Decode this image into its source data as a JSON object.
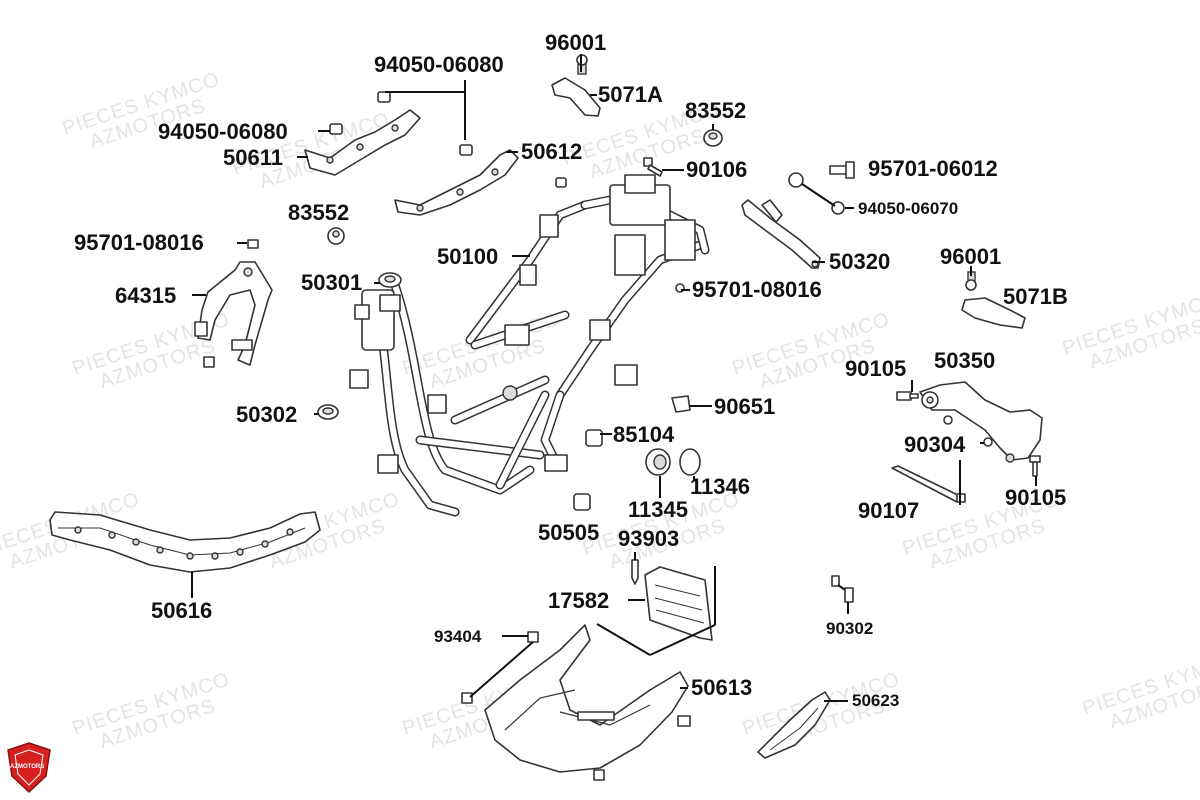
{
  "watermark": {
    "line1": "PIECES KYMCO",
    "line2": "AZMOTORS"
  },
  "logo": {
    "text": "AZMOTORS",
    "color": "#d62020"
  },
  "labels": {
    "p96001_top": "96001",
    "p94050_06080_top": "94050-06080",
    "p5071A": "5071A",
    "p83552_top": "83552",
    "p94050_06080_left": "94050-06080",
    "p50611": "50611",
    "p50612": "50612",
    "p90106": "90106",
    "p95701_06012": "95701-06012",
    "p94050_06070": "94050-06070",
    "p83552_left": "83552",
    "p95701_08016_left": "95701-08016",
    "p50100": "50100",
    "p50320": "50320",
    "p96001_right": "96001",
    "p64315": "64315",
    "p50301": "50301",
    "p95701_08016_mid": "95701-08016",
    "p5071B": "5071B",
    "p90105_top": "90105",
    "p50350": "50350",
    "p50302": "50302",
    "p90651": "90651",
    "p85104": "85104",
    "p90304": "90304",
    "p11346": "11346",
    "p11345": "11345",
    "p90107": "90107",
    "p90105_bottom": "90105",
    "p50505": "50505",
    "p93903": "93903",
    "p50616": "50616",
    "p17582": "17582",
    "p90302": "90302",
    "p93404": "93404",
    "p50613": "50613",
    "p50623": "50623"
  }
}
